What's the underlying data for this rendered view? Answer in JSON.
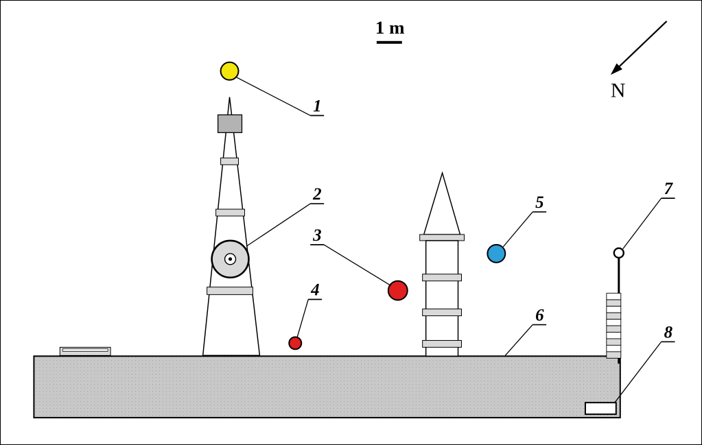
{
  "scale": {
    "label": "1 m"
  },
  "compass": {
    "label": "N"
  },
  "labels": [
    "1",
    "2",
    "3",
    "4",
    "5",
    "6",
    "7",
    "8"
  ],
  "colors": {
    "marker_yellow": "#f2e60c",
    "marker_red": "#e01f1f",
    "marker_blue": "#2e9fd9",
    "platform_gray": "#c9c9c9",
    "band_gray": "#d9d9d9",
    "top_box_gray": "#b3b3b3"
  }
}
